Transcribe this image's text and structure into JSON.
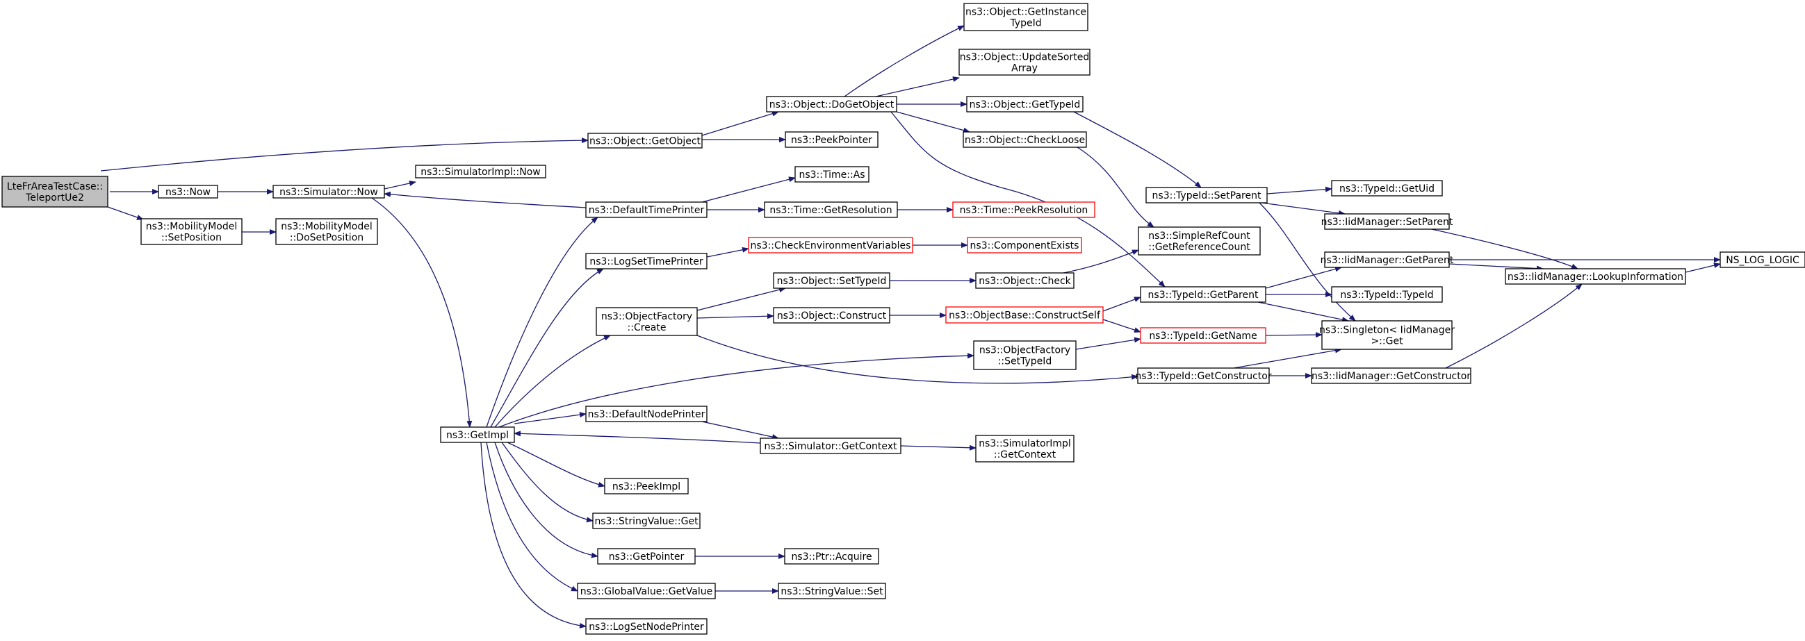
{
  "diagram": {
    "edge_color": "#191970",
    "node_fill": "#ffffff",
    "root_fill": "#bfbfbf",
    "border_default": "#000000",
    "border_highlight": "#ff0000"
  },
  "nodes": [
    {
      "id": "root",
      "lines": [
        "LteFrAreaTestCase::",
        "TeleportUe2"
      ],
      "style": "root"
    },
    {
      "id": "now",
      "lines": [
        "ns3::Now"
      ]
    },
    {
      "id": "mobSetPos",
      "lines": [
        "ns3::MobilityModel",
        "::SetPosition"
      ]
    },
    {
      "id": "mobDoSetPos",
      "lines": [
        "ns3::MobilityModel",
        "::DoSetPosition"
      ]
    },
    {
      "id": "simNow",
      "lines": [
        "ns3::Simulator::Now"
      ]
    },
    {
      "id": "simImplNow",
      "lines": [
        "ns3::SimulatorImpl::Now"
      ]
    },
    {
      "id": "getObject",
      "lines": [
        "ns3::Object::GetObject"
      ]
    },
    {
      "id": "doGetObject",
      "lines": [
        "ns3::Object::DoGetObject"
      ]
    },
    {
      "id": "peekPointer",
      "lines": [
        "ns3::PeekPointer"
      ]
    },
    {
      "id": "getInstTypeId",
      "lines": [
        "ns3::Object::GetInstance",
        "TypeId"
      ]
    },
    {
      "id": "updSorted",
      "lines": [
        "ns3::Object::UpdateSorted",
        "Array"
      ]
    },
    {
      "id": "objGetTypeId",
      "lines": [
        "ns3::Object::GetTypeId"
      ]
    },
    {
      "id": "checkLoose",
      "lines": [
        "ns3::Object::CheckLoose"
      ]
    },
    {
      "id": "defTimePrinter",
      "lines": [
        "ns3::DefaultTimePrinter"
      ]
    },
    {
      "id": "timeAs",
      "lines": [
        "ns3::Time::As"
      ]
    },
    {
      "id": "timeGetRes",
      "lines": [
        "ns3::Time::GetResolution"
      ]
    },
    {
      "id": "timePeekRes",
      "lines": [
        "ns3::Time::PeekResolution"
      ],
      "style": "red"
    },
    {
      "id": "logSetTimePrinter",
      "lines": [
        "ns3::LogSetTimePrinter"
      ]
    },
    {
      "id": "checkEnvVars",
      "lines": [
        "ns3::CheckEnvironmentVariables"
      ],
      "style": "red"
    },
    {
      "id": "compExists",
      "lines": [
        "ns3::ComponentExists"
      ],
      "style": "red"
    },
    {
      "id": "objFactCreate",
      "lines": [
        "ns3::ObjectFactory",
        "::Create"
      ]
    },
    {
      "id": "objSetTypeId",
      "lines": [
        "ns3::Object::SetTypeId"
      ]
    },
    {
      "id": "objConstruct",
      "lines": [
        "ns3::Object::Construct"
      ]
    },
    {
      "id": "objCheck",
      "lines": [
        "ns3::Object::Check"
      ]
    },
    {
      "id": "constructSelf",
      "lines": [
        "ns3::ObjectBase::ConstructSelf"
      ],
      "style": "red"
    },
    {
      "id": "objFactSetTypeId",
      "lines": [
        "ns3::ObjectFactory",
        "::SetTypeId"
      ]
    },
    {
      "id": "getImpl",
      "lines": [
        "ns3::GetImpl"
      ]
    },
    {
      "id": "defNodePrinter",
      "lines": [
        "ns3::DefaultNodePrinter"
      ]
    },
    {
      "id": "simGetContext",
      "lines": [
        "ns3::Simulator::GetContext"
      ]
    },
    {
      "id": "simImplGetContext",
      "lines": [
        "ns3::SimulatorImpl",
        "::GetContext"
      ]
    },
    {
      "id": "peekImpl",
      "lines": [
        "ns3::PeekImpl"
      ]
    },
    {
      "id": "strValGet",
      "lines": [
        "ns3::StringValue::Get"
      ]
    },
    {
      "id": "getPointer",
      "lines": [
        "ns3::GetPointer"
      ]
    },
    {
      "id": "ptrAcquire",
      "lines": [
        "ns3::Ptr::Acquire"
      ]
    },
    {
      "id": "globalValGet",
      "lines": [
        "ns3::GlobalValue::GetValue"
      ]
    },
    {
      "id": "strValSet",
      "lines": [
        "ns3::StringValue::Set"
      ]
    },
    {
      "id": "logSetNodePrinter",
      "lines": [
        "ns3::LogSetNodePrinter"
      ]
    },
    {
      "id": "typeIdSetParent",
      "lines": [
        "ns3::TypeId::SetParent"
      ]
    },
    {
      "id": "typeIdGetUid",
      "lines": [
        "ns3::TypeId::GetUid"
      ]
    },
    {
      "id": "iidSetParent",
      "lines": [
        "ns3::IidManager::SetParent"
      ]
    },
    {
      "id": "simpleRefCount",
      "lines": [
        "ns3::SimpleRefCount",
        "::GetReferenceCount"
      ]
    },
    {
      "id": "iidGetParent",
      "lines": [
        "ns3::IidManager::GetParent"
      ]
    },
    {
      "id": "typeIdGetParent",
      "lines": [
        "ns3::TypeId::GetParent"
      ]
    },
    {
      "id": "typeIdTypeId",
      "lines": [
        "ns3::TypeId::TypeId"
      ]
    },
    {
      "id": "singletonGet",
      "lines": [
        "ns3::Singleton< IidManager",
        " >::Get"
      ]
    },
    {
      "id": "typeIdGetName",
      "lines": [
        "ns3::TypeId::GetName"
      ],
      "style": "red"
    },
    {
      "id": "typeIdGetConstructor",
      "lines": [
        "ns3::TypeId::GetConstructor"
      ]
    },
    {
      "id": "iidGetConstructor",
      "lines": [
        "ns3::IidManager::GetConstructor"
      ]
    },
    {
      "id": "iidLookup",
      "lines": [
        "ns3::IidManager::LookupInformation"
      ]
    },
    {
      "id": "nsLogLogic",
      "lines": [
        "NS_LOG_LOGIC"
      ]
    }
  ]
}
